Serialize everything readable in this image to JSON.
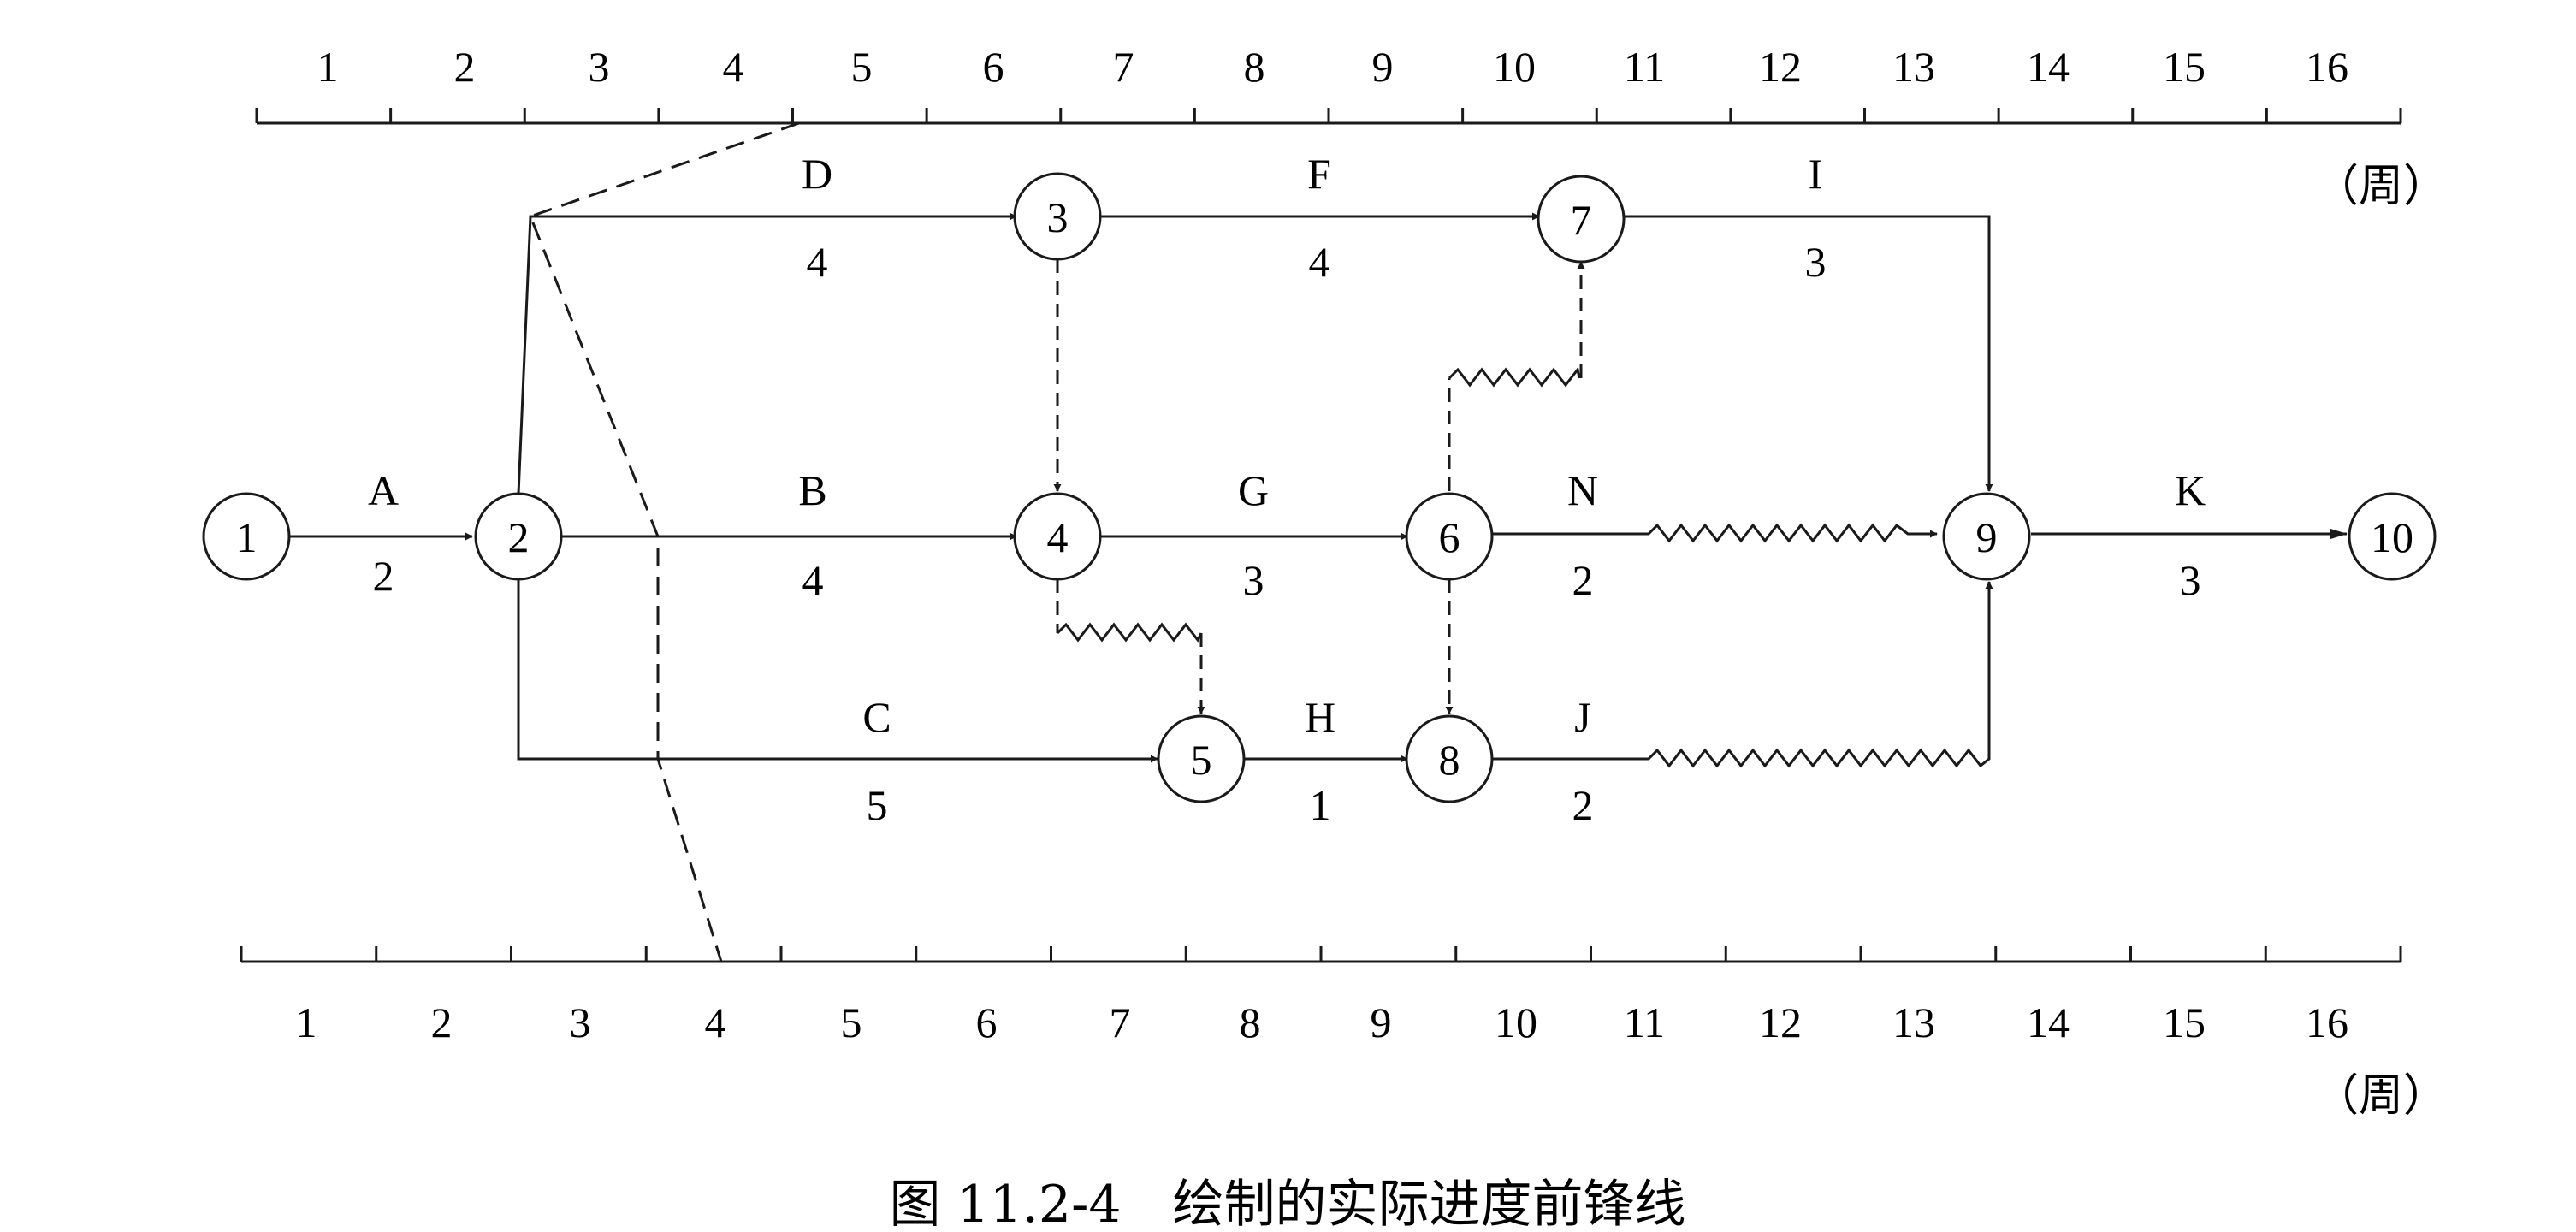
{
  "caption": "图 11.2-4　绘制的实际进度前锋线",
  "unit_label": "（周）",
  "timescale_ticks": [
    "1",
    "2",
    "3",
    "4",
    "5",
    "6",
    "7",
    "8",
    "9",
    "10",
    "11",
    "12",
    "13",
    "14",
    "15",
    "16"
  ],
  "nodes": [
    {
      "id": "n1",
      "label": "1"
    },
    {
      "id": "n2",
      "label": "2"
    },
    {
      "id": "n3",
      "label": "3"
    },
    {
      "id": "n4",
      "label": "4"
    },
    {
      "id": "n5",
      "label": "5"
    },
    {
      "id": "n6",
      "label": "6"
    },
    {
      "id": "n7",
      "label": "7"
    },
    {
      "id": "n8",
      "label": "8"
    },
    {
      "id": "n9",
      "label": "9"
    },
    {
      "id": "n10",
      "label": "10"
    }
  ],
  "activities": [
    {
      "id": "A",
      "name": "A",
      "duration": "2",
      "from": "1",
      "to": "2"
    },
    {
      "id": "B",
      "name": "B",
      "duration": "4",
      "from": "2",
      "to": "4"
    },
    {
      "id": "C",
      "name": "C",
      "duration": "5",
      "from": "2",
      "to": "5"
    },
    {
      "id": "D",
      "name": "D",
      "duration": "4",
      "from": "2",
      "to": "3"
    },
    {
      "id": "F",
      "name": "F",
      "duration": "4",
      "from": "3",
      "to": "7"
    },
    {
      "id": "G",
      "name": "G",
      "duration": "3",
      "from": "4",
      "to": "6"
    },
    {
      "id": "H",
      "name": "H",
      "duration": "1",
      "from": "5",
      "to": "8"
    },
    {
      "id": "I",
      "name": "I",
      "duration": "3",
      "from": "7",
      "to": "9"
    },
    {
      "id": "N",
      "name": "N",
      "duration": "2",
      "from": "6",
      "to": "9"
    },
    {
      "id": "J",
      "name": "J",
      "duration": "2",
      "from": "8",
      "to": "9"
    },
    {
      "id": "K",
      "name": "K",
      "duration": "3",
      "from": "9",
      "to": "10"
    }
  ],
  "dummy_activities": [
    {
      "from": "3",
      "to": "4"
    },
    {
      "from": "4",
      "to": "5"
    },
    {
      "from": "6",
      "to": "7"
    },
    {
      "from": "6",
      "to": "8"
    }
  ],
  "colors": {
    "ink": "#1a1a1a",
    "background": "#ffffff"
  }
}
